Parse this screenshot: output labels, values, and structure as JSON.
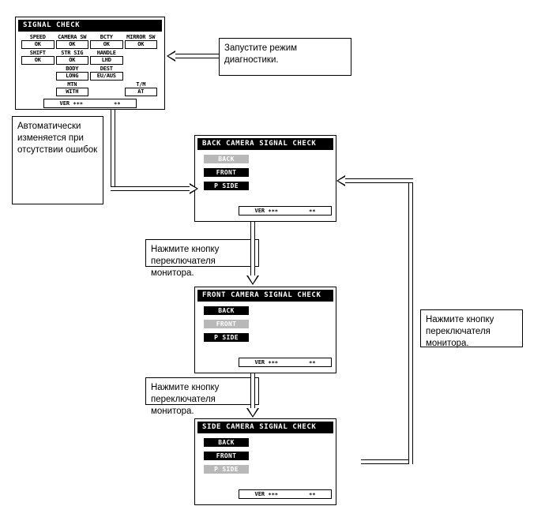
{
  "diagnostic_screen": {
    "title": "SIGNAL CHECK",
    "rows": [
      [
        {
          "label": "SPEED",
          "value": "OK"
        },
        {
          "label": "CAMERA SW",
          "value": "OK"
        },
        {
          "label": "BCTY",
          "value": "OK"
        },
        {
          "label": "MIRROR SW",
          "value": "OK"
        }
      ],
      [
        {
          "label": "SHIFT",
          "value": "OK"
        },
        {
          "label": "STR SIG",
          "value": "OK"
        },
        {
          "label": "HANDLE",
          "value": "LHD"
        },
        {
          "label": "",
          "value": ""
        }
      ],
      [
        {
          "label": "",
          "value": ""
        },
        {
          "label": "BODY",
          "value": "LONG"
        },
        {
          "label": "DEST",
          "value": "EU/AUS"
        },
        {
          "label": "",
          "value": ""
        }
      ],
      [
        {
          "label": "",
          "value": ""
        },
        {
          "label": "MTN",
          "value": "WITH"
        },
        {
          "label": "",
          "value": ""
        },
        {
          "label": "T/M",
          "value": "AT"
        }
      ]
    ],
    "version_left": "VER ∗∗∗",
    "version_right": "∗∗"
  },
  "back_camera_screen": {
    "title": "BACK CAMERA SIGNAL CHECK",
    "buttons": [
      {
        "label": "BACK",
        "selected": true
      },
      {
        "label": "FRONT",
        "selected": false
      },
      {
        "label": "P SIDE",
        "selected": false
      }
    ],
    "version_left": "VER ∗∗∗",
    "version_right": "∗∗"
  },
  "front_camera_screen": {
    "title": "FRONT CAMERA SIGNAL CHECK",
    "buttons": [
      {
        "label": "BACK",
        "selected": false
      },
      {
        "label": "FRONT",
        "selected": true
      },
      {
        "label": "P SIDE",
        "selected": false
      }
    ],
    "version_left": "VER ∗∗∗",
    "version_right": "∗∗"
  },
  "side_camera_screen": {
    "title": "SIDE CAMERA SIGNAL CHECK",
    "buttons": [
      {
        "label": "BACK",
        "selected": false
      },
      {
        "label": "FRONT",
        "selected": false
      },
      {
        "label": "P SIDE",
        "selected": true
      }
    ],
    "version_left": "VER ∗∗∗",
    "version_right": "∗∗"
  },
  "notes": {
    "start_diagnostic": "Запустите режим диагностики.",
    "auto_change": "Автоматически изменяется при отсутствии ошибок",
    "press_switch_1": "Нажмите кнопку переключателя монитора.",
    "press_switch_2": "Нажмите кнопку переключателя монитора.",
    "press_switch_3": "Нажмите кнопку переключателя монитора."
  }
}
